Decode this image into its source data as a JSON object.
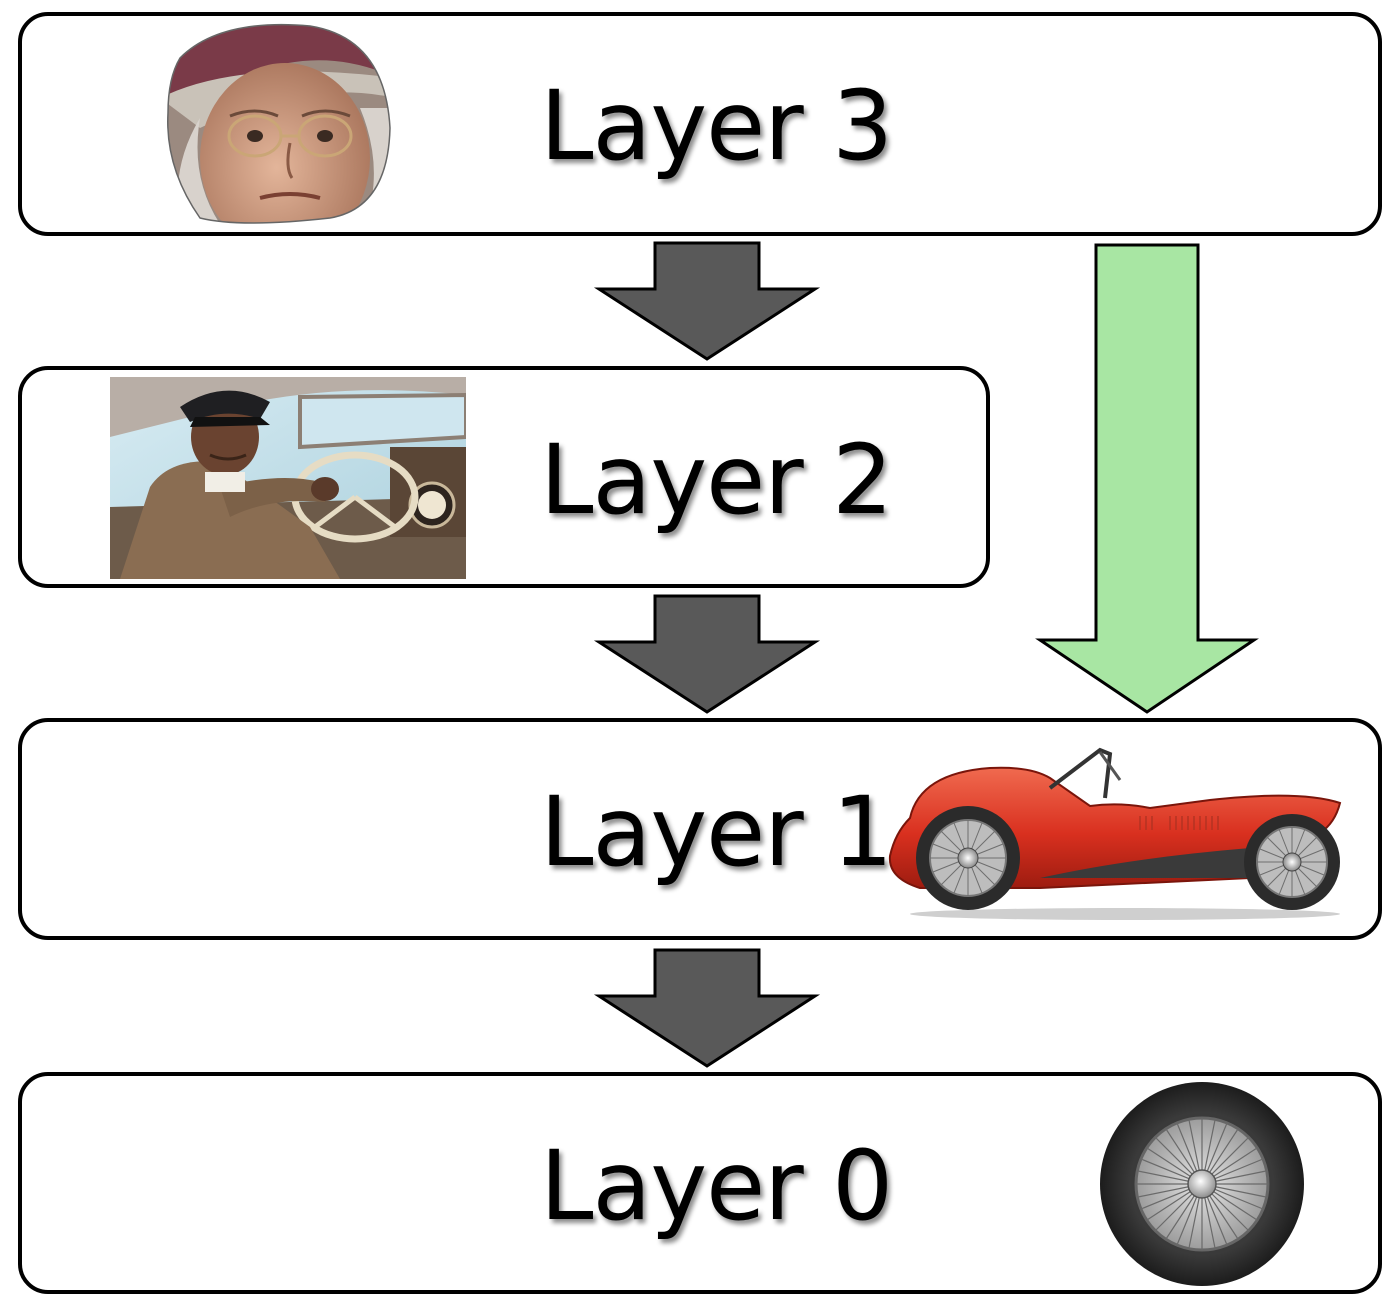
{
  "layers": [
    {
      "id": "layer-3",
      "label": "Layer 3",
      "picture": "old-woman-portrait"
    },
    {
      "id": "layer-2",
      "label": "Layer 2",
      "picture": "chauffeur-driving"
    },
    {
      "id": "layer-1",
      "label": "Layer 1",
      "picture": "red-vintage-car"
    },
    {
      "id": "layer-0",
      "label": "Layer 0",
      "picture": "spoked-wheel"
    }
  ],
  "arrows": [
    {
      "from": "Layer 3",
      "to": "Layer 2",
      "color": "#595959"
    },
    {
      "from": "Layer 2",
      "to": "Layer 1",
      "color": "#595959"
    },
    {
      "from": "Layer 1",
      "to": "Layer 0",
      "color": "#595959"
    },
    {
      "from": "Layer 3",
      "to": "Layer 1",
      "color": "#a8e6a3"
    }
  ],
  "colors": {
    "box_border": "#000000",
    "arrow_dark": "#595959",
    "arrow_green": "#a8e6a3",
    "car_red": "#d9301f"
  }
}
